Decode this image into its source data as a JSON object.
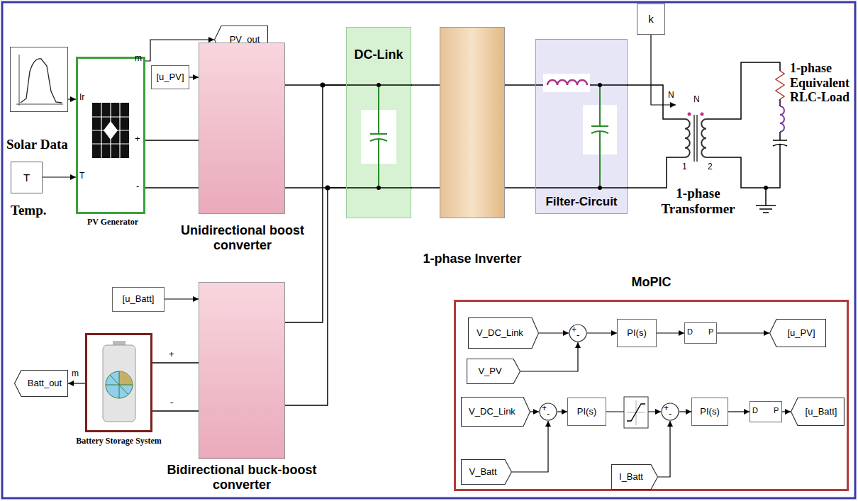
{
  "diagram": {
    "nodes": [
      {
        "text": [
          "Solar Data"
        ]
      },
      {
        "text": [
          "T",
          "Temp."
        ]
      },
      {
        "text": [
          "PV Generator"
        ]
      },
      {
        "text": [
          "PV_out"
        ]
      },
      {
        "text": [
          "[u_PV]"
        ]
      },
      {
        "text": [
          "Unidirectional boost converter"
        ]
      },
      {
        "text": [
          "DC-Link"
        ]
      },
      {
        "text": [
          "1-phase Inverter"
        ]
      },
      {
        "text": [
          "Filter-Circuit"
        ]
      },
      {
        "text": [
          "k"
        ]
      },
      {
        "text": [
          "[u_Batt]"
        ]
      },
      {
        "text": [
          "Batt_out"
        ]
      },
      {
        "text": [
          "Battery Storage System"
        ]
      },
      {
        "text": [
          "Bidirectional buck-boost converter"
        ]
      },
      {
        "text": [
          "MoPIC"
        ]
      },
      {
        "text": [
          "V_DC_Link"
        ],
        "in": 14
      },
      {
        "text": [
          "+",
          "-"
        ],
        "in": 14
      },
      {
        "text": [
          "V_PV"
        ],
        "in": 14
      },
      {
        "text": [
          "PI(s)"
        ],
        "in": 14
      },
      {
        "text": [
          "D",
          "P"
        ],
        "in": 14
      },
      {
        "text": [
          "[u_PV]"
        ],
        "in": 14
      },
      {
        "text": [
          "V_DC_Link"
        ],
        "in": 14
      },
      {
        "text": [
          "+",
          "-"
        ],
        "in": 14
      },
      {
        "text": [
          "V_Batt"
        ],
        "in": 14
      },
      {
        "text": [
          "PI(s)"
        ],
        "in": 14
      },
      {
        "text": [
          "+",
          "-"
        ],
        "in": 14
      },
      {
        "text": [
          "I_Batt"
        ],
        "in": 14
      },
      {
        "text": [
          "PI(s)"
        ],
        "in": 14
      },
      {
        "text": [
          "D",
          "P"
        ],
        "in": 14
      },
      {
        "text": [
          "[u_Batt]"
        ],
        "in": 14
      }
    ],
    "edges": [
      {
        "from": 0,
        "to": 2,
        "arrow": "to"
      },
      {
        "from": 1,
        "to": 2,
        "arrow": "to"
      },
      {
        "from": 2,
        "to": 3,
        "arrow": "to"
      },
      {
        "from": 4,
        "to": 5,
        "arrow": "to"
      },
      {
        "from": 2,
        "to": 5,
        "arrow": "none"
      },
      {
        "from": 2,
        "to": 5,
        "arrow": "none"
      },
      {
        "from": 5,
        "to": 6,
        "arrow": "none"
      },
      {
        "from": 5,
        "to": 6,
        "arrow": "none"
      },
      {
        "from": 6,
        "to": 7,
        "arrow": "none"
      },
      {
        "from": 6,
        "to": 7,
        "arrow": "none"
      },
      {
        "from": 7,
        "to": 8,
        "arrow": "none"
      },
      {
        "from": 7,
        "to": 8,
        "arrow": "none"
      },
      {
        "from": 10,
        "to": 13,
        "arrow": "to"
      },
      {
        "from": 12,
        "to": 11,
        "arrow": "to"
      },
      {
        "from": 12,
        "to": 13,
        "arrow": "none"
      },
      {
        "from": 12,
        "to": 13,
        "arrow": "none"
      },
      {
        "from": 13,
        "to": 6,
        "arrow": "none"
      },
      {
        "from": 13,
        "to": 6,
        "arrow": "none"
      },
      {
        "from": 15,
        "to": 16,
        "arrow": "to"
      },
      {
        "from": 17,
        "to": 16,
        "arrow": "to"
      },
      {
        "from": 16,
        "to": 18,
        "arrow": "to"
      },
      {
        "from": 18,
        "to": 19,
        "arrow": "to"
      },
      {
        "from": 19,
        "to": 20,
        "arrow": "to"
      },
      {
        "from": 21,
        "to": 22,
        "arrow": "to"
      },
      {
        "from": 23,
        "to": 22,
        "arrow": "to"
      },
      {
        "from": 22,
        "to": 24,
        "arrow": "to"
      },
      {
        "from": 24,
        "to": 25,
        "arrow": "to"
      },
      {
        "from": 26,
        "to": 25,
        "arrow": "to"
      },
      {
        "from": 25,
        "to": 27,
        "arrow": "to"
      },
      {
        "from": 27,
        "to": 28,
        "arrow": "to"
      },
      {
        "from": 28,
        "to": 29,
        "arrow": "to"
      }
    ],
    "labels": [
      "Ir",
      "T",
      "m",
      "+",
      "-",
      "+",
      "-",
      "m",
      "N",
      "N",
      "1",
      "2",
      "1-phase Transformer",
      "1-phase Equivalent RLC-Load"
    ]
  }
}
